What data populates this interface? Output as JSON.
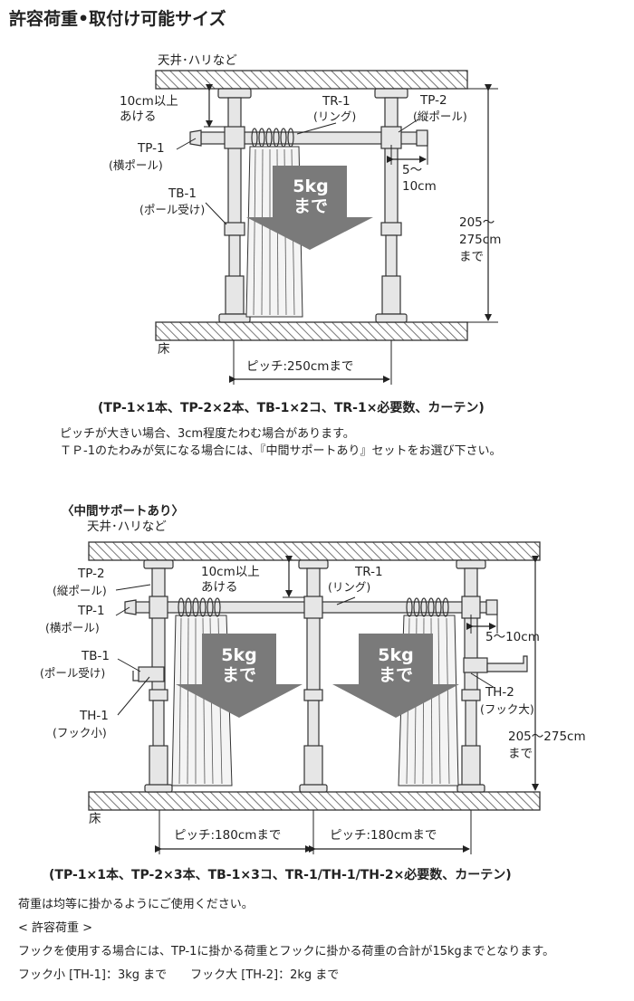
{
  "title": "許容荷重•取付け可能サイズ",
  "diagram1": {
    "ceiling": "天井･ハリなど",
    "floor": "床",
    "gap_label": [
      "10cm以上",
      "あける"
    ],
    "tr1": [
      "TR-1",
      "(リング)"
    ],
    "tp2": [
      "TP-2",
      "(縦ポール)"
    ],
    "tp1": [
      "TP-1",
      "(横ポール)"
    ],
    "tb1": [
      "TB-1",
      "(ポール受け)"
    ],
    "offset": [
      "5〜",
      "10cm"
    ],
    "weight": [
      "5kg",
      "まで"
    ],
    "height": [
      "205〜",
      "275cm",
      "まで"
    ],
    "pitch": "ピッチ:250cmまで",
    "parts": "(TP-1×1本、TP-2×2本、TB-1×2コ、TR-1×必要数、カーテン)",
    "notes": [
      "ピッチが大きい場合、3cm程度たわむ場合があります。",
      "ＴＰ-1のたわみが気になる場合には、『中間サポートあり』セットをお選び下さい。"
    ]
  },
  "diagram2": {
    "heading": "〈中間サポートあり〉",
    "ceiling": "天井･ハリなど",
    "floor": "床",
    "tp2": [
      "TP-2",
      "(縦ポール)"
    ],
    "gap_label": [
      "10cm以上",
      "あける"
    ],
    "tr1": [
      "TR-1",
      "(リング)"
    ],
    "tp1": [
      "TP-1",
      "(横ポール)"
    ],
    "offset": "5〜10cm",
    "tb1": [
      "TB-1",
      "(ポール受け)"
    ],
    "th1": [
      "TH-1",
      "(フック小)"
    ],
    "th2": [
      "TH-2",
      "(フック大)"
    ],
    "weight_left": [
      "5kg",
      "まで"
    ],
    "weight_right": [
      "5kg",
      "まで"
    ],
    "height": [
      "205〜275cm",
      "まで"
    ],
    "pitch_left": "ピッチ:180cmまで",
    "pitch_right": "ピッチ:180cmまで",
    "parts": "(TP-1×1本、TP-2×3本、TB-1×3コ、TR-1/TH-1/TH-2×必要数、カーテン)",
    "notes": [
      "荷重は均等に掛かるようにご使用ください。",
      "< 許容荷重 >",
      "フックを使用する場合には、TP-1に掛かる荷重とフックに掛かる荷重の合計が15kgまでとなります。",
      "フック小 [TH-1]：3kg まで　　フック大 [TH-2]：2kg まで"
    ]
  },
  "colors": {
    "pole": "#e6e6e6",
    "stroke": "#333333",
    "arrow": "#7a7a7a",
    "hatch": "#555555"
  }
}
